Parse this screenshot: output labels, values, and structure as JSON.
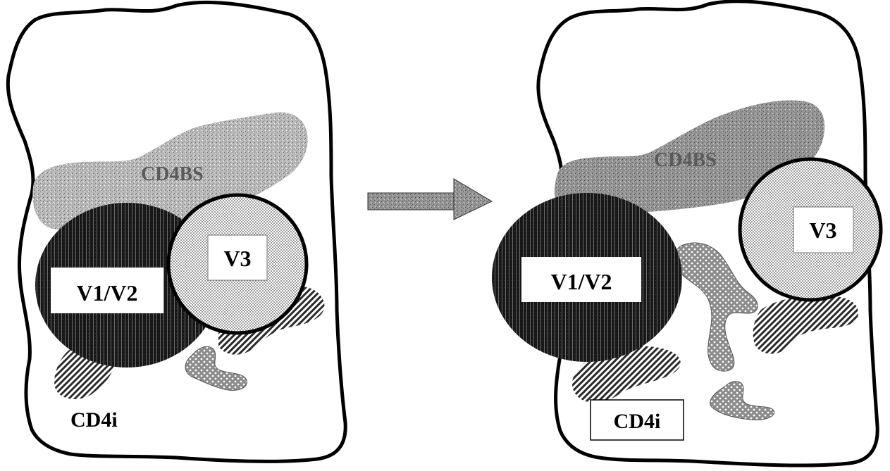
{
  "labels": {
    "cd4bs": "CD4BS",
    "v1v2": "V1/V2",
    "v3": "V3",
    "cd4i": "CD4i"
  }
}
